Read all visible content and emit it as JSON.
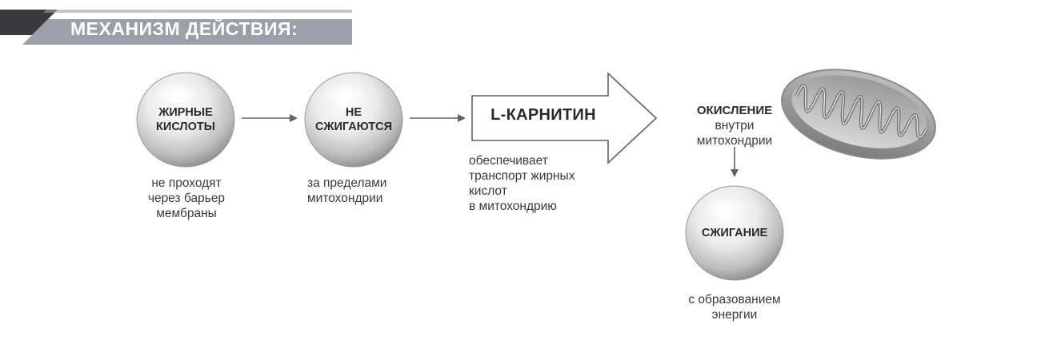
{
  "header": {
    "title": "МЕХАНИЗМ ДЕЙСТВИЯ:"
  },
  "steps": [
    {
      "label": "ЖИРНЫЕ\nКИСЛОТЫ",
      "caption": "не проходят\nчерез барьер\nмембраны"
    },
    {
      "label": "НЕ\nСЖИГАЮТСЯ",
      "caption": "за пределами\nмитохондрии"
    },
    {
      "label": "L-КАРНИТИН",
      "caption": "обеспечивает\nтранспорт жирных\nкислот\nв митохондрию"
    },
    {
      "title": "ОКИСЛЕНИЕ",
      "caption": "внутри\nмитохондрии"
    },
    {
      "label": "СЖИГАНИЕ",
      "caption": "с образованием\nэнергии"
    }
  ],
  "colors": {
    "header_dark": "#3a3a3c",
    "header_light": "#9aa0a8",
    "arrow": "#5a6473",
    "sphere_edge": "#8e8e8e"
  },
  "icons": [
    "sphere-icon",
    "arrow-right-icon",
    "arrow-down-icon",
    "big-arrow-icon",
    "mitochondrion-icon"
  ]
}
